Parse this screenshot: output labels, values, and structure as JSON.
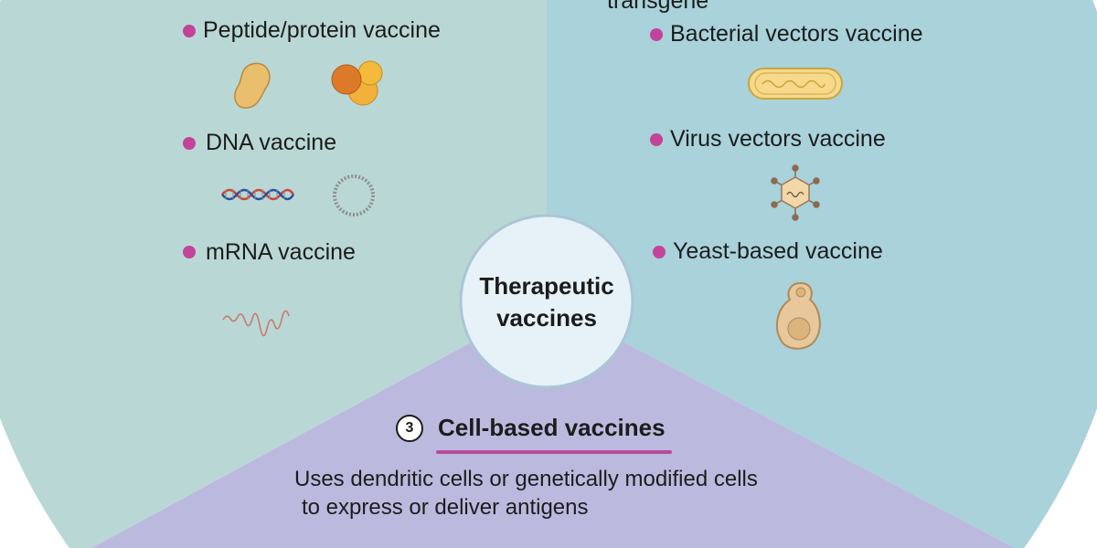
{
  "diagram": {
    "center_label_line1": "Therapeutic",
    "center_label_line2": "vaccines",
    "left_items": [
      {
        "label": "Peptide/protein vaccine"
      },
      {
        "label": "DNA vaccine"
      },
      {
        "label": "mRNA vaccine"
      }
    ],
    "right_heading_fragment": "transgene",
    "right_items": [
      {
        "label": "Bacterial vectors vaccine"
      },
      {
        "label": "Virus vectors vaccine"
      },
      {
        "label": "Yeast-based vaccine"
      }
    ],
    "bottom_section": {
      "number": "3",
      "title": "Cell-based vaccines",
      "description_line1": "Uses dendritic cells or genetically modified cells",
      "description_line2": "to express or deliver antigens"
    },
    "colors": {
      "left_sector": "#b9d8d5",
      "right_sector": "#a9d2da",
      "bottom_sector": "#bcb9df",
      "bullet": "#c4439a",
      "title_underline": "#b84b9e"
    }
  }
}
